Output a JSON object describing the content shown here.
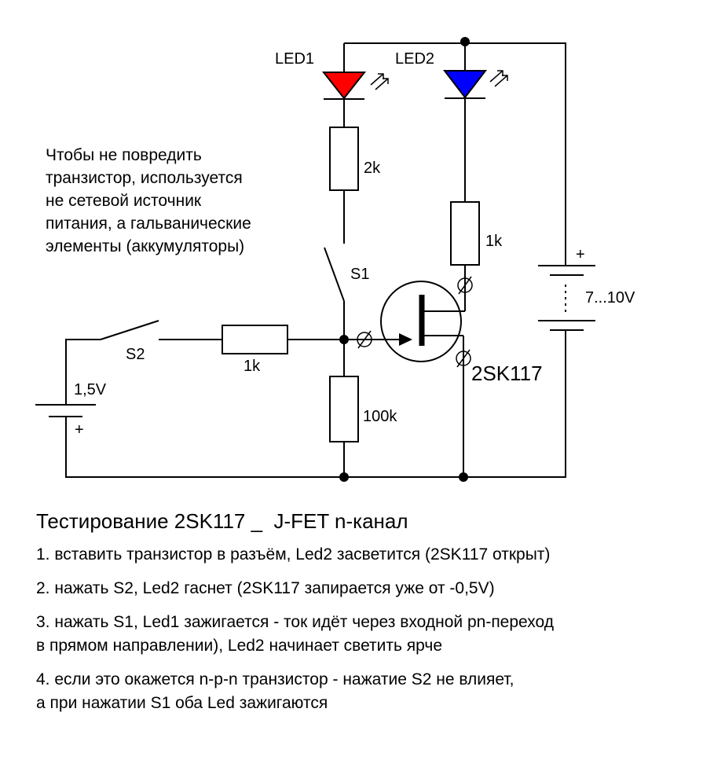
{
  "labels": {
    "led1": "LED1",
    "led2": "LED2",
    "r_2k": "2k",
    "r_1k_drain": "1k",
    "r_1k_gate": "1k",
    "r_100k": "100k",
    "s1": "S1",
    "s2": "S2",
    "battery_small": "1,5V",
    "battery_small_plus": "+",
    "battery_big": "7...10V",
    "battery_big_plus": "+",
    "transistor": "2SK117"
  },
  "colors": {
    "led1": "#ff0000",
    "led2": "#0000ff"
  },
  "note": "Чтобы не повредить\nтранзистор, используется\nне сетевой источник\nпитания, а гальванические\nэлементы (аккумуляторы)",
  "instructions": {
    "title": "Тестирование 2SK117 _  J-FET n-канал",
    "steps": [
      "1. вставить транзистор в разъём, Led2 засветится (2SK117 открыт)",
      "2. нажать S2, Led2 гаснет (2SK117 запирается уже от -0,5V)",
      "3. нажать S1, Led1 зажигается - ток идёт через входной pn-переход\n   в прямом направлении),  Led2 начинает светить ярче",
      "4. если это окажется n-p-n транзистор - нажатие S2 не влияет,\nа при нажатии S1 оба Led зажигаются"
    ]
  }
}
